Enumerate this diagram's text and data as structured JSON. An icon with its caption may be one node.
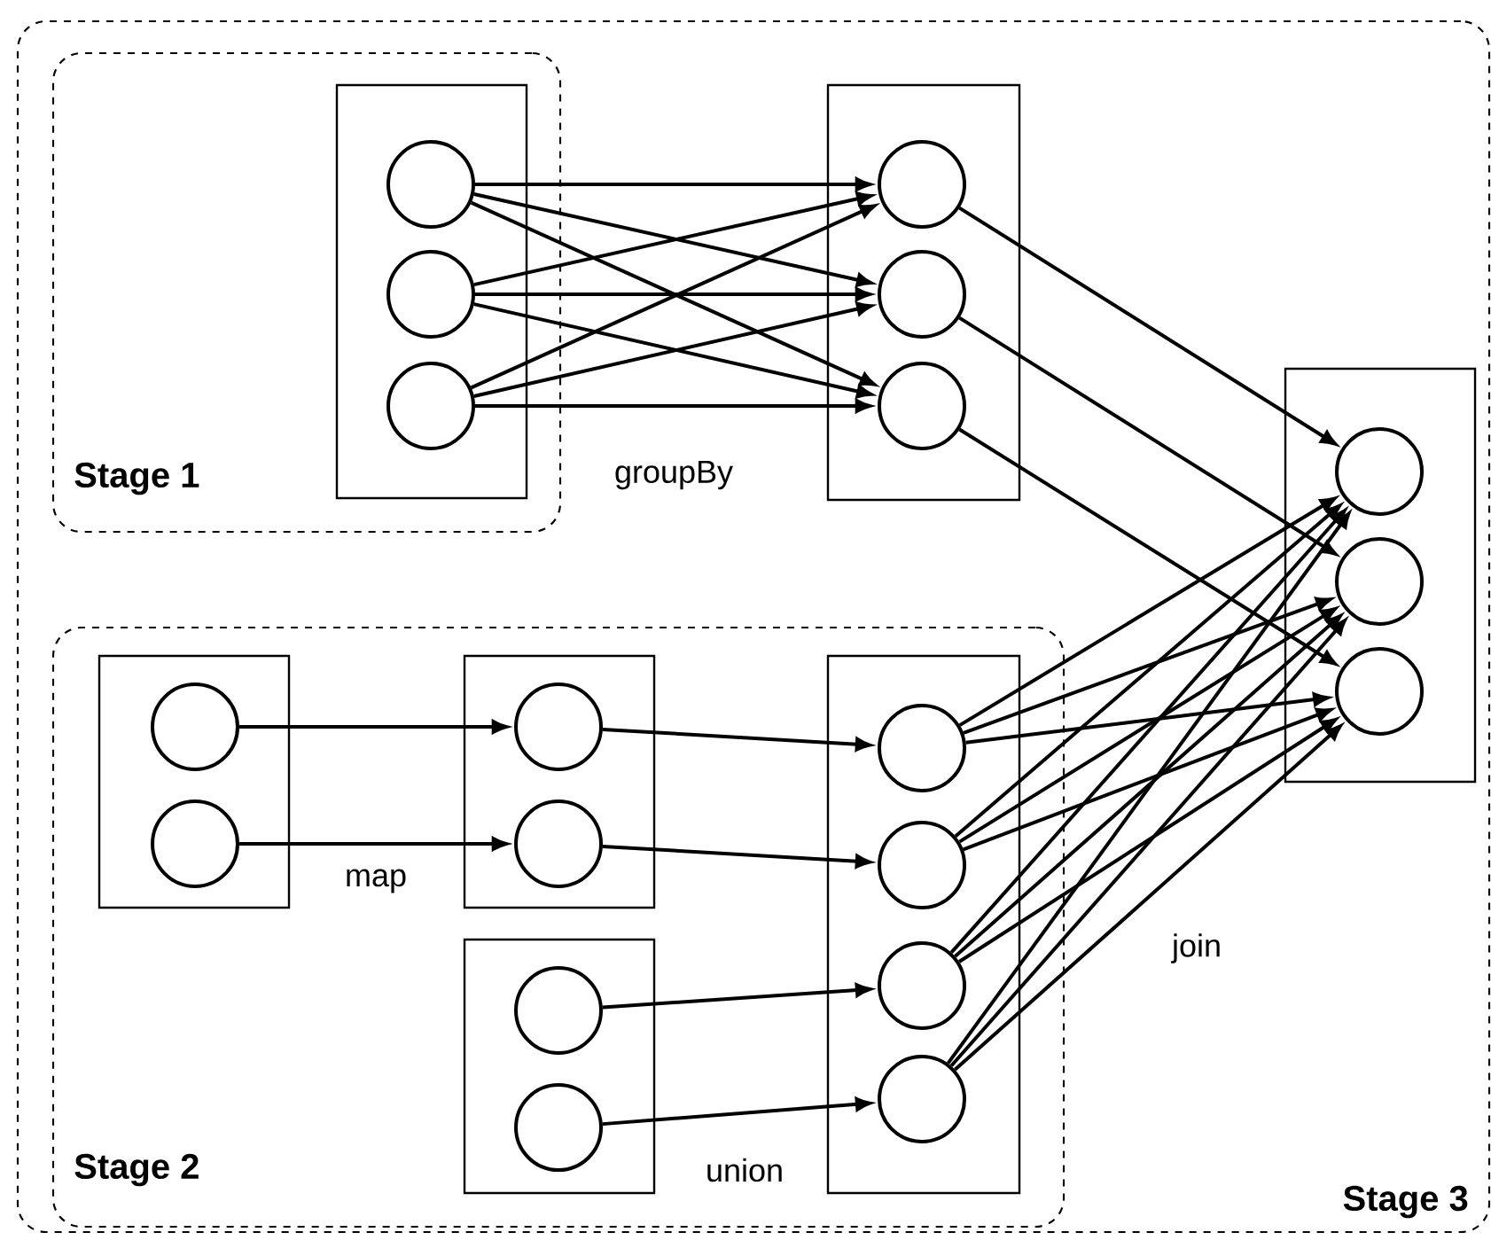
{
  "diagram": {
    "nodes": [
      {
        "text": [
          "Stage 3"
        ]
      },
      {
        "text": [
          "Stage 1"
        ],
        "in": 0
      },
      {
        "text": [
          "Stage 2"
        ],
        "in": 0
      },
      {
        "text": [],
        "shape": "box",
        "in": 1
      },
      {
        "text": [],
        "shape": "circle",
        "in": 3
      },
      {
        "text": [],
        "shape": "circle",
        "in": 3
      },
      {
        "text": [],
        "shape": "circle",
        "in": 3
      },
      {
        "text": [],
        "shape": "box",
        "in": 0
      },
      {
        "text": [],
        "shape": "circle",
        "in": 7
      },
      {
        "text": [],
        "shape": "circle",
        "in": 7
      },
      {
        "text": [],
        "shape": "circle",
        "in": 7
      },
      {
        "text": [],
        "shape": "box",
        "in": 0
      },
      {
        "text": [],
        "shape": "circle",
        "in": 11
      },
      {
        "text": [],
        "shape": "circle",
        "in": 11
      },
      {
        "text": [],
        "shape": "circle",
        "in": 11
      },
      {
        "text": [],
        "shape": "box",
        "in": 2
      },
      {
        "text": [],
        "shape": "circle",
        "in": 15
      },
      {
        "text": [],
        "shape": "circle",
        "in": 15
      },
      {
        "text": [],
        "shape": "box",
        "in": 2
      },
      {
        "text": [],
        "shape": "circle",
        "in": 18
      },
      {
        "text": [],
        "shape": "circle",
        "in": 18
      },
      {
        "text": [],
        "shape": "box",
        "in": 2
      },
      {
        "text": [],
        "shape": "circle",
        "in": 21
      },
      {
        "text": [],
        "shape": "circle",
        "in": 21
      },
      {
        "text": [],
        "shape": "box",
        "in": 2
      },
      {
        "text": [],
        "shape": "circle",
        "in": 24
      },
      {
        "text": [],
        "shape": "circle",
        "in": 24
      },
      {
        "text": [],
        "shape": "circle",
        "in": 24
      },
      {
        "text": [],
        "shape": "circle",
        "in": 24
      }
    ],
    "edges": [
      {
        "from": 4,
        "to": 8,
        "arrow": "to"
      },
      {
        "from": 4,
        "to": 9,
        "arrow": "to"
      },
      {
        "from": 4,
        "to": 10,
        "arrow": "to"
      },
      {
        "from": 5,
        "to": 8,
        "arrow": "to"
      },
      {
        "from": 5,
        "to": 9,
        "arrow": "to"
      },
      {
        "from": 5,
        "to": 10,
        "arrow": "to"
      },
      {
        "from": 6,
        "to": 8,
        "arrow": "to"
      },
      {
        "from": 6,
        "to": 9,
        "arrow": "to"
      },
      {
        "from": 6,
        "to": 10,
        "arrow": "to"
      },
      {
        "from": 8,
        "to": 12,
        "arrow": "to"
      },
      {
        "from": 9,
        "to": 13,
        "arrow": "to"
      },
      {
        "from": 10,
        "to": 14,
        "arrow": "to"
      },
      {
        "from": 16,
        "to": 19,
        "arrow": "to"
      },
      {
        "from": 17,
        "to": 20,
        "arrow": "to"
      },
      {
        "from": 19,
        "to": 25,
        "arrow": "to"
      },
      {
        "from": 20,
        "to": 26,
        "arrow": "to"
      },
      {
        "from": 22,
        "to": 27,
        "arrow": "to"
      },
      {
        "from": 23,
        "to": 28,
        "arrow": "to"
      },
      {
        "from": 25,
        "to": 12,
        "arrow": "to"
      },
      {
        "from": 25,
        "to": 13,
        "arrow": "to"
      },
      {
        "from": 25,
        "to": 14,
        "arrow": "to"
      },
      {
        "from": 26,
        "to": 12,
        "arrow": "to"
      },
      {
        "from": 26,
        "to": 13,
        "arrow": "to"
      },
      {
        "from": 26,
        "to": 14,
        "arrow": "to"
      },
      {
        "from": 27,
        "to": 12,
        "arrow": "to"
      },
      {
        "from": 27,
        "to": 13,
        "arrow": "to"
      },
      {
        "from": 27,
        "to": 14,
        "arrow": "to"
      },
      {
        "from": 28,
        "to": 12,
        "arrow": "to"
      },
      {
        "from": 28,
        "to": 13,
        "arrow": "to"
      },
      {
        "from": 28,
        "to": 14,
        "arrow": "to"
      }
    ],
    "labels": [
      "groupBy",
      "map",
      "union",
      "join"
    ]
  }
}
